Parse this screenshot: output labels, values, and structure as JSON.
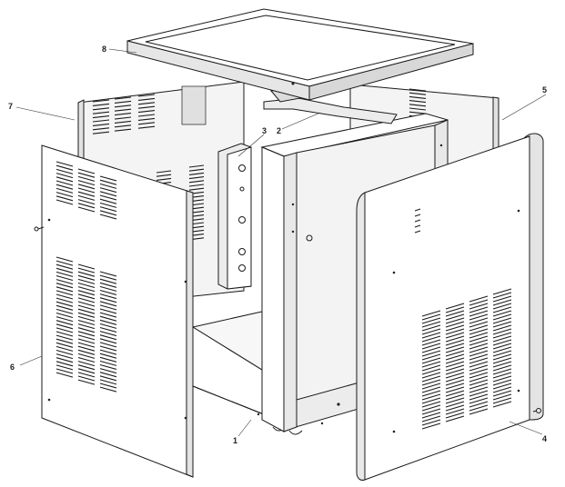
{
  "diagram": {
    "callouts": [
      {
        "id": "c8",
        "text": "8"
      },
      {
        "id": "c7",
        "text": "7"
      },
      {
        "id": "c5",
        "text": "5"
      },
      {
        "id": "c3",
        "text": "3"
      },
      {
        "id": "c2",
        "text": "2"
      },
      {
        "id": "c6",
        "text": "6"
      },
      {
        "id": "c1",
        "text": "1"
      },
      {
        "id": "c4",
        "text": "4"
      }
    ],
    "colors": {
      "line": "#1a1a1a",
      "panel_fill": "#ffffff",
      "panel_shade": "#ececec",
      "interior": "#f6f6f6"
    }
  }
}
